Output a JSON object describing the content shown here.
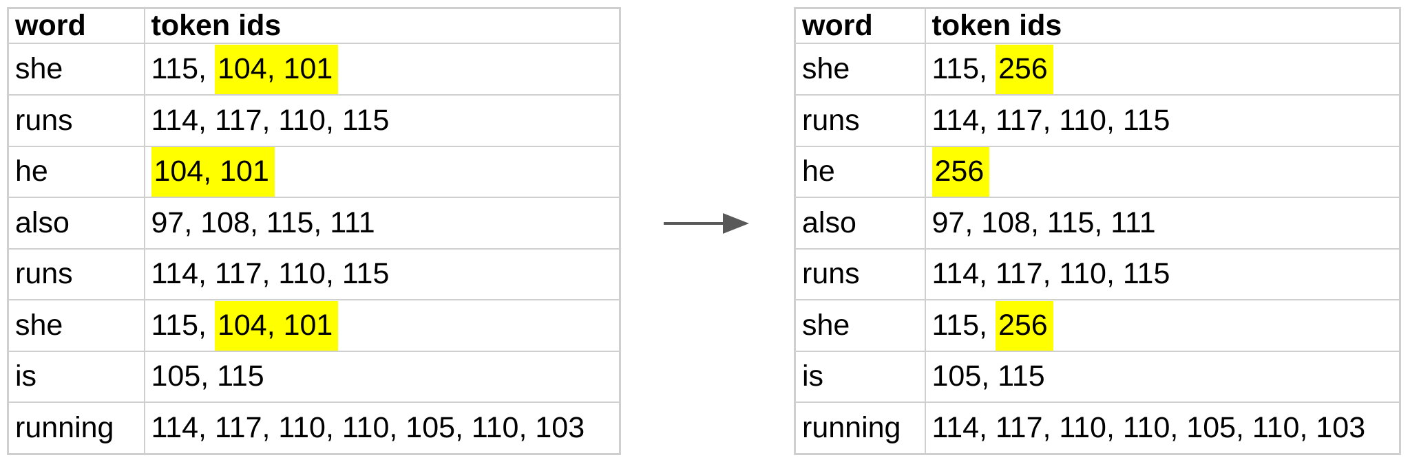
{
  "colors": {
    "highlight": "#ffff00",
    "border": "#cfcfcf",
    "arrow": "#595959",
    "text": "#000000",
    "background": "#ffffff"
  },
  "arrow": {
    "direction": "right"
  },
  "tables": {
    "before": {
      "headers": [
        "word",
        "token ids"
      ],
      "rows": [
        {
          "word": "she",
          "tokens": [
            {
              "text": "115, ",
              "highlight": false
            },
            {
              "text": "104, 101",
              "highlight": true
            }
          ]
        },
        {
          "word": "runs",
          "tokens": [
            {
              "text": "114, 117, 110, 115",
              "highlight": false
            }
          ]
        },
        {
          "word": "he",
          "tokens": [
            {
              "text": "104, 101",
              "highlight": true
            }
          ]
        },
        {
          "word": "also",
          "tokens": [
            {
              "text": "97, 108, 115, 111",
              "highlight": false
            }
          ]
        },
        {
          "word": "runs",
          "tokens": [
            {
              "text": "114, 117, 110, 115",
              "highlight": false
            }
          ]
        },
        {
          "word": "she",
          "tokens": [
            {
              "text": "115, ",
              "highlight": false
            },
            {
              "text": "104, 101",
              "highlight": true
            }
          ]
        },
        {
          "word": "is",
          "tokens": [
            {
              "text": "105, 115",
              "highlight": false
            }
          ]
        },
        {
          "word": "running",
          "tokens": [
            {
              "text": "114, 117, 110, 110, 105, 110, 103",
              "highlight": false
            }
          ]
        }
      ]
    },
    "after": {
      "headers": [
        "word",
        "token ids"
      ],
      "rows": [
        {
          "word": "she",
          "tokens": [
            {
              "text": "115, ",
              "highlight": false
            },
            {
              "text": "256",
              "highlight": true
            }
          ]
        },
        {
          "word": "runs",
          "tokens": [
            {
              "text": "114, 117, 110, 115",
              "highlight": false
            }
          ]
        },
        {
          "word": "he",
          "tokens": [
            {
              "text": "256",
              "highlight": true
            }
          ]
        },
        {
          "word": "also",
          "tokens": [
            {
              "text": "97, 108, 115, 111",
              "highlight": false
            }
          ]
        },
        {
          "word": "runs",
          "tokens": [
            {
              "text": "114, 117, 110, 115",
              "highlight": false
            }
          ]
        },
        {
          "word": "she",
          "tokens": [
            {
              "text": "115, ",
              "highlight": false
            },
            {
              "text": "256",
              "highlight": true
            }
          ]
        },
        {
          "word": "is",
          "tokens": [
            {
              "text": "105, 115",
              "highlight": false
            }
          ]
        },
        {
          "word": "running",
          "tokens": [
            {
              "text": "114, 117, 110, 110, 105, 110, 103",
              "highlight": false
            }
          ]
        }
      ]
    }
  }
}
